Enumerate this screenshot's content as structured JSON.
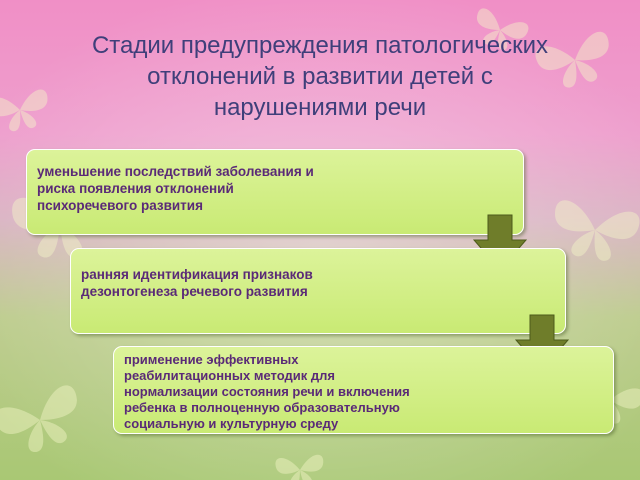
{
  "slide": {
    "title": "Стадии предупреждения патологических\nотклонений в развитии детей с\nнарушениями речи",
    "stages": [
      {
        "text": "уменьшение последствий заболевания и\nриска появления отклонений\nпсихоречевого развития"
      },
      {
        "text": "ранняя идентификация признаков\nдезонтогенеза речевого развития"
      },
      {
        "text": "применение эффективных\nреабилитационных методик для\nнормализации состояния речи и включения\nребенка в полноценную образовательную\nсоциальную и культурную среду"
      }
    ],
    "colors": {
      "title": "#3f3f7a",
      "stage_text": "#5a2a77",
      "box_fill": "#d3ef86",
      "arrow": "#6f7d2a"
    },
    "arrow_icon": "down-arrow-icon"
  }
}
